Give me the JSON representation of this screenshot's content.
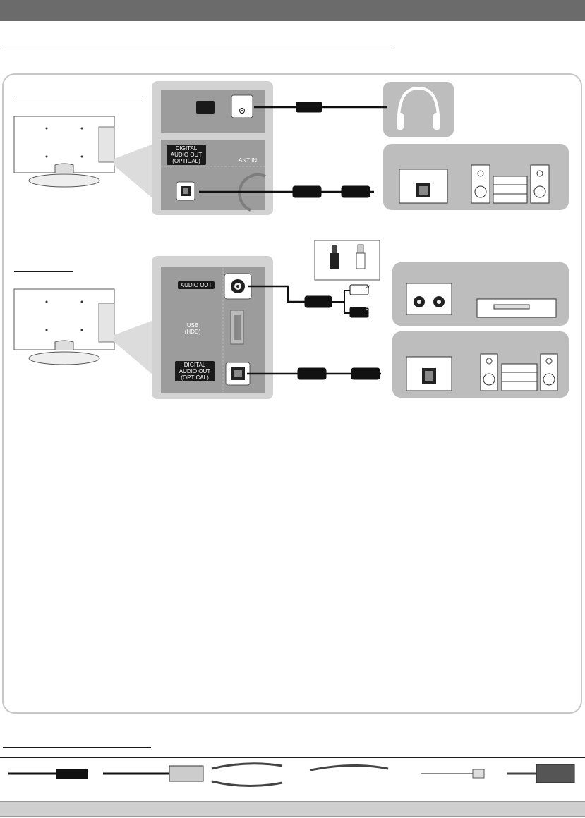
{
  "ports": {
    "optical_top": [
      "DIGITAL",
      "AUDIO OUT",
      "(OPTICAL)"
    ],
    "ant_in": "ANT IN",
    "audio_out": "AUDIO OUT",
    "usb": [
      "USB",
      "(HDD)"
    ],
    "optical_bottom": [
      "DIGITAL",
      "AUDIO OUT",
      "(OPTICAL)"
    ]
  },
  "rca_marks": {
    "white": "W",
    "red": "R"
  },
  "icons": [
    "headphone-icon",
    "optical-port-icon",
    "usb-icon",
    "hdmi-cable-icon",
    "hdmi-dvi-cable-icon",
    "component-cable-icon",
    "composite-cable-icon",
    "coaxial-cable-icon",
    "vga-cable-icon"
  ]
}
